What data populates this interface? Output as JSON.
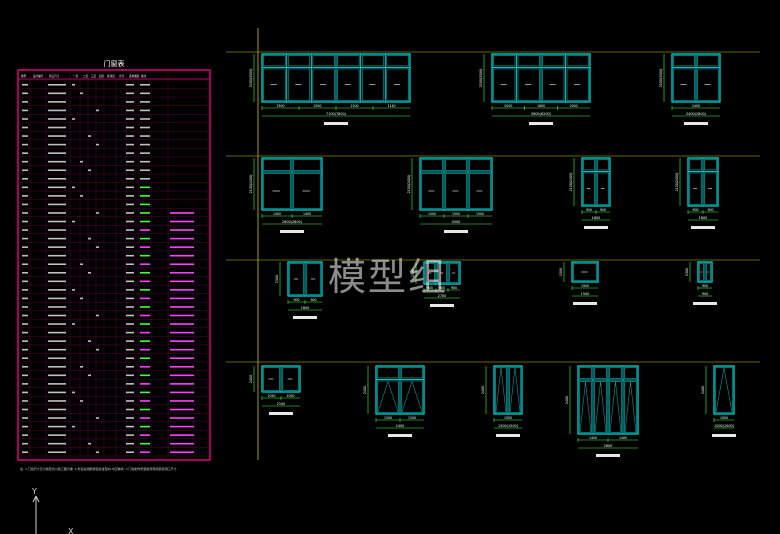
{
  "schedule": {
    "title": "门窗表",
    "headers": [
      "类型",
      "设计编号",
      "洞口尺寸",
      "一层",
      "二层",
      "三层",
      "四层",
      "屋顶层",
      "合计",
      "选用图集",
      "备注"
    ],
    "row_count": 44,
    "footnote": "注: 1.门窗尺寸及分格形式以施工图为准; 2.外窗采用断桥铝合金型材,中空玻璃; 3.门窗制作安装前须现场复核洞口尺寸."
  },
  "drawing": {
    "frame_color": "#00e5e5",
    "dim_color": "#40ff40",
    "axis_color": "#c8c800",
    "schedule_border_color": "#e0007a",
    "row_dims": [
      {
        "items": [
          {
            "width_label": "7100(7800)",
            "top_dims": [
              "2500",
              "2500",
              "2100",
              "1140"
            ]
          },
          {
            "width_label": "5600(6200)",
            "top_dims": [
              "2000",
              "1600",
              "2000"
            ]
          },
          {
            "width_label": "2400(2800)",
            "top_dims": [
              "2400"
            ]
          }
        ],
        "height_label": "3300(3500)"
      },
      {
        "items": [
          {
            "width_label": "2800(2800)",
            "top_dims": [
              "1400",
              "1400"
            ]
          },
          {
            "width_label": "4500",
            "top_dims": [
              "1500",
              "1500",
              "1500"
            ]
          },
          {
            "width_label": "1800",
            "top_dims": [
              "900",
              "900"
            ]
          },
          {
            "width_label": "1800",
            "top_dims": [
              "900",
              "900"
            ]
          }
        ],
        "height_label": "2100(2400)"
      },
      {
        "items": [
          {
            "width_label": "1800",
            "top_dims": [
              "900",
              "900"
            ]
          },
          {
            "width_label": "2700",
            "top_dims": [
              "900",
              "900",
              "900"
            ]
          },
          {
            "width_label": "1500",
            "top_dims": [
              "1500"
            ]
          },
          {
            "width_label": "900",
            "top_dims": [
              "900"
            ]
          }
        ],
        "height_label": "1500"
      },
      {
        "items": [
          {
            "width_label": "2100",
            "top_dims": [
              "1050",
              "1050"
            ]
          },
          {
            "width_label": "2400",
            "top_dims": [
              "1200",
              "1200"
            ]
          },
          {
            "width_label": "1500(1500)",
            "top_dims": [
              "1500"
            ]
          },
          {
            "width_label": "2800",
            "top_dims": [
              "1400",
              "1400"
            ]
          },
          {
            "width_label": "1000(1000)",
            "top_dims": [
              "1000"
            ]
          }
        ],
        "height_label": "2400"
      }
    ]
  },
  "watermark": "模型组",
  "ucs": {
    "y_label": "Y",
    "x_label": "X"
  }
}
